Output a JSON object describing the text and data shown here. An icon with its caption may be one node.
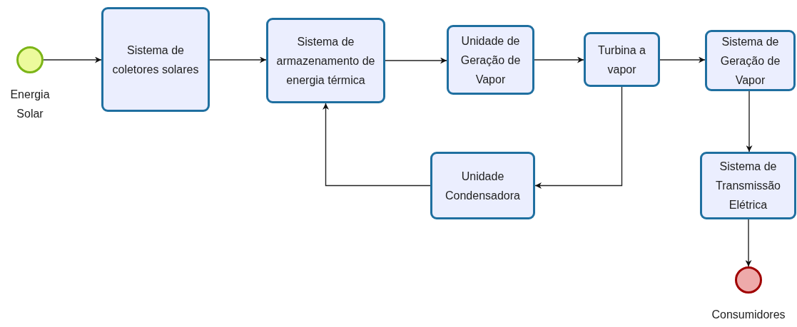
{
  "diagram": {
    "nodes": [
      {
        "text": [
          "Energia Solar"
        ]
      },
      {
        "text": [
          "Sistema de coletores solares"
        ]
      },
      {
        "text": [
          "Sistema de armazenamento de energia térmica"
        ]
      },
      {
        "text": [
          "Unidade de Geração de Vapor"
        ]
      },
      {
        "text": [
          "Turbina a vapor"
        ]
      },
      {
        "text": [
          "Sistema de Geração de Vapor"
        ]
      },
      {
        "text": [
          "Unidade Condensadora"
        ]
      },
      {
        "text": [
          "Sistema de Transmissão Elétrica"
        ]
      },
      {
        "text": [
          "Consumidores"
        ]
      }
    ],
    "edges": [
      {
        "from": 0,
        "to": 1,
        "arrow": "to"
      },
      {
        "from": 1,
        "to": 2,
        "arrow": "to"
      },
      {
        "from": 2,
        "to": 3,
        "arrow": "to"
      },
      {
        "from": 3,
        "to": 4,
        "arrow": "to"
      },
      {
        "from": 4,
        "to": 5,
        "arrow": "to"
      },
      {
        "from": 4,
        "to": 6,
        "arrow": "to"
      },
      {
        "from": 6,
        "to": 2,
        "arrow": "to"
      },
      {
        "from": 5,
        "to": 7,
        "arrow": "to"
      },
      {
        "from": 7,
        "to": 8,
        "arrow": "to"
      }
    ]
  }
}
